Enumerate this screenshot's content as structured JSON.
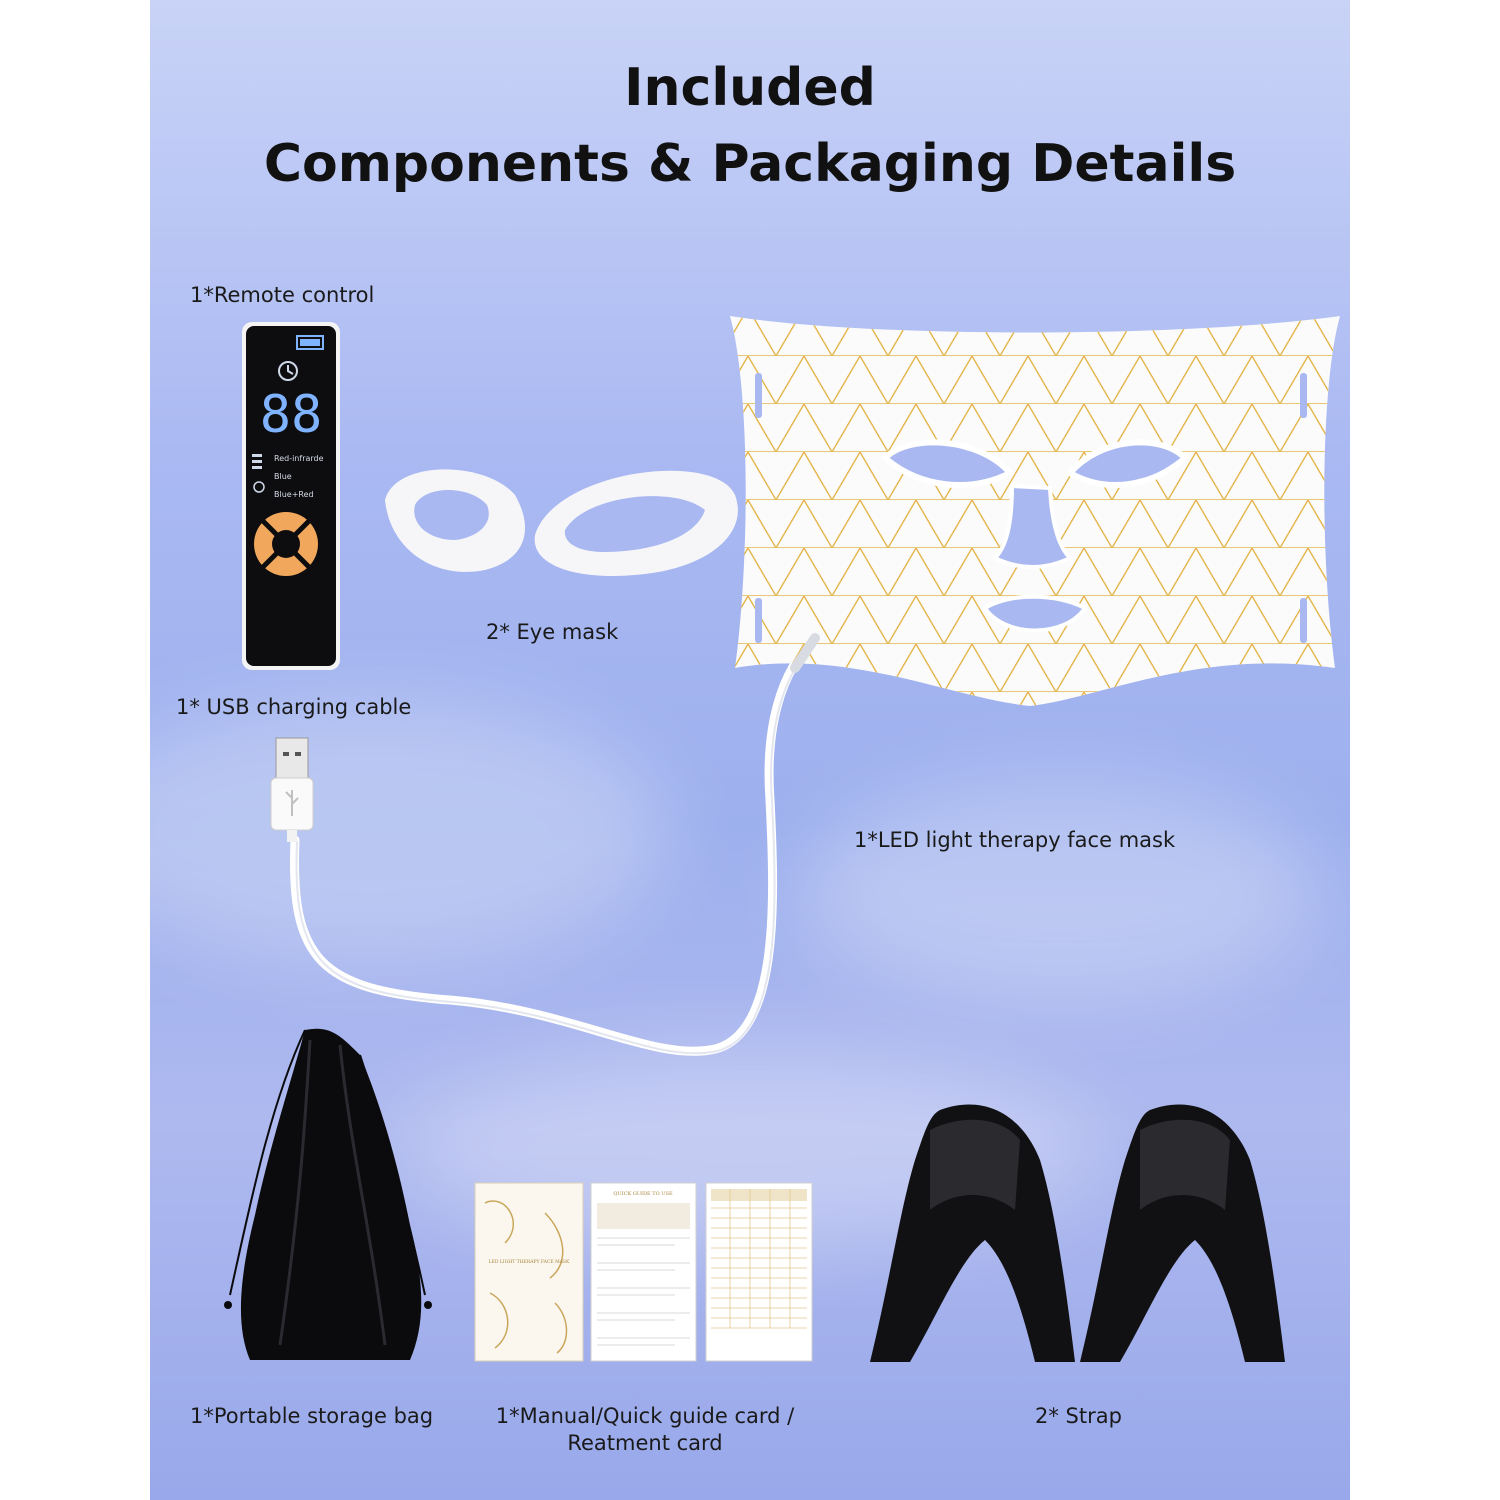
{
  "title": {
    "line1": "Included",
    "line2": "Components & Packaging Details"
  },
  "items": {
    "remote": "1*Remote control",
    "eye_mask": "2* Eye mask",
    "usb_cable": "1* USB charging cable",
    "face_mask": "1*LED light therapy face mask",
    "storage_bag": "1*Portable storage bag",
    "manual_line1": "1*Manual/Quick guide card /",
    "manual_line2": "Reatment card",
    "strap": "2* Strap"
  },
  "remote_display": {
    "digits": "88",
    "mode_1": "Red-infrarde",
    "mode_2": "Blue",
    "mode_3": "Blue+Red"
  },
  "cards": {
    "manual_title": "LED LIGHT THERAPY FACE MASK",
    "guide_title": "QUICK GUIDE TO USE"
  },
  "colors": {
    "background": "#a9b8f1",
    "accent_orange": "#f2a85c",
    "led_gold": "#e3b64a",
    "lcd_blue": "#7fb2ff"
  }
}
